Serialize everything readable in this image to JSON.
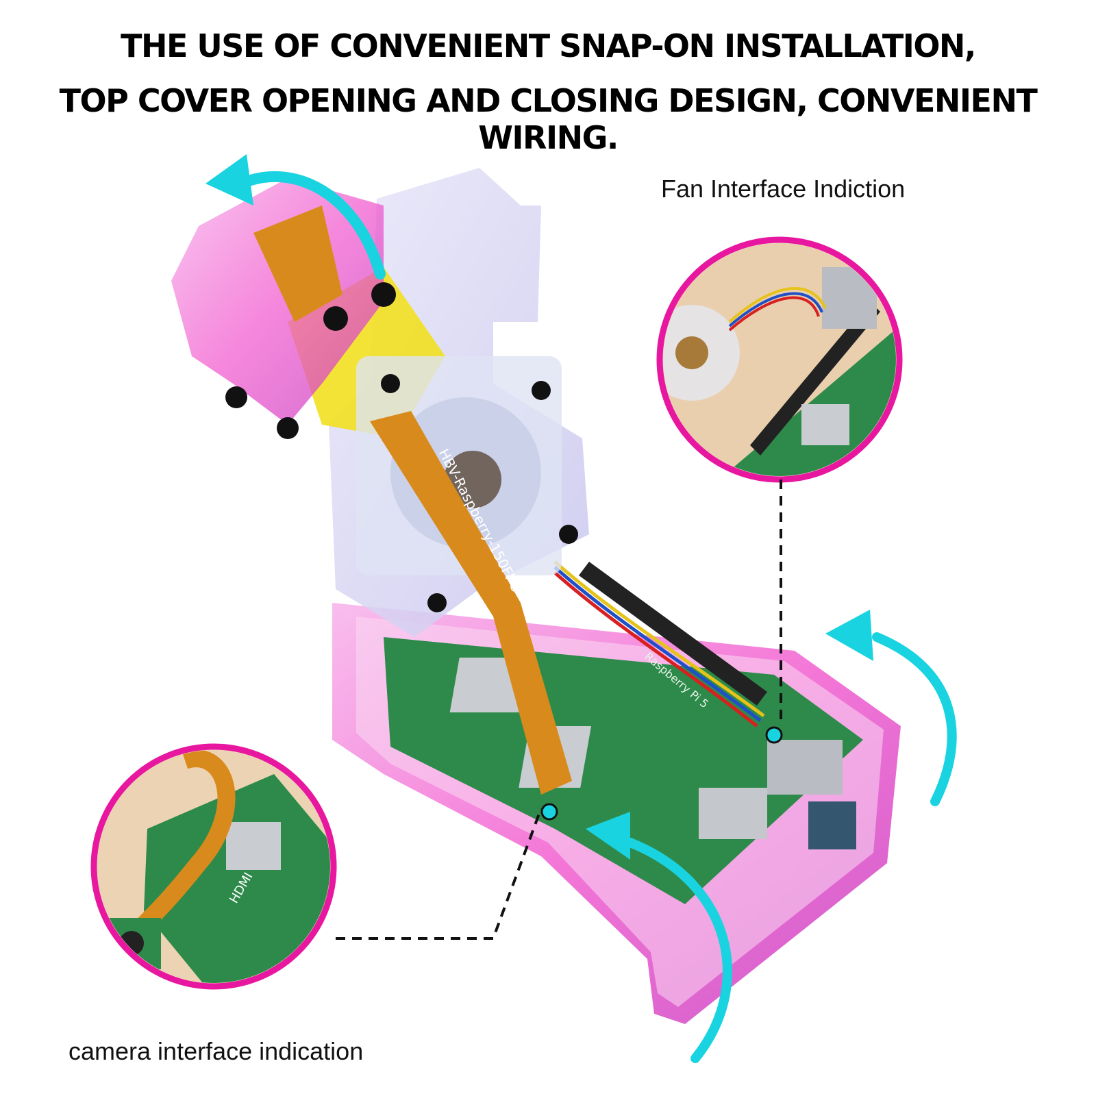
{
  "headline": {
    "line1": "THE USE OF CONVENIENT SNAP-ON INSTALLATION,",
    "line2": "TOP COVER OPENING AND CLOSING DESIGN, CONVENIENT WIRING."
  },
  "callouts": {
    "fan": "Fan Interface Indiction",
    "camera": "camera interface indication"
  },
  "board_text": {
    "ribbon": "HBV-Raspberry-150FPC",
    "board": "Raspberry Pi 5",
    "hdmi": "HDMI"
  },
  "colors": {
    "magenta_ring": "#e8179f",
    "arrow_cyan": "#19d3e0",
    "pcb_green": "#2e8a4a",
    "ribbon_orange": "#d98a1c",
    "acrylic_pink": "#f25fd0",
    "panel_yellow": "#f2e020"
  },
  "icons": [
    "rotate-arrow-icon",
    "connector-dot-icon"
  ]
}
